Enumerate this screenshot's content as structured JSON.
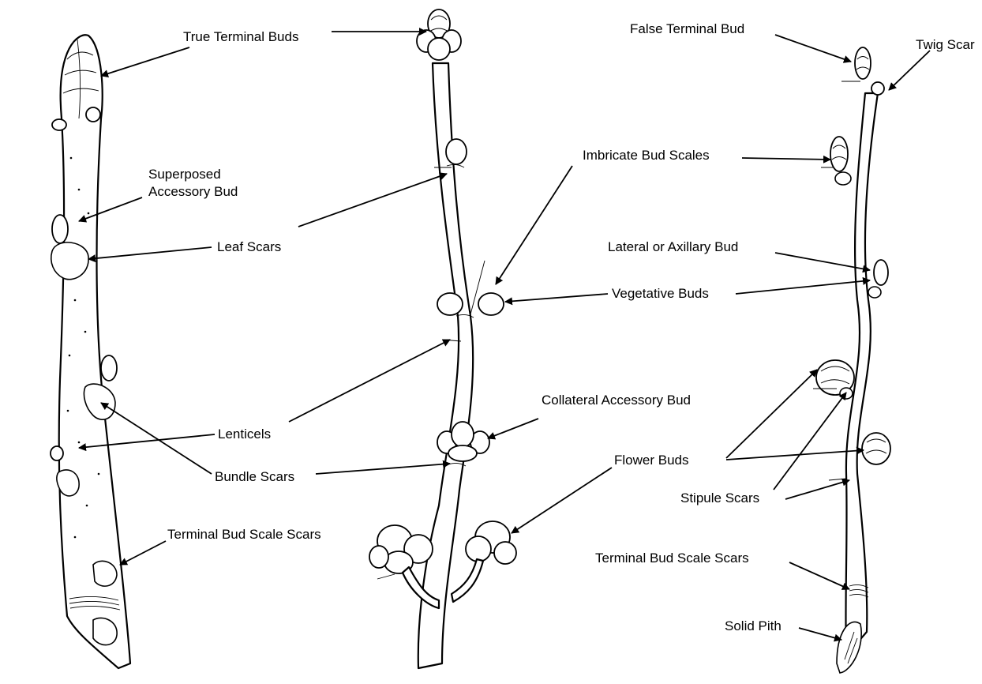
{
  "labels": {
    "true_terminal_buds": "True Terminal Buds",
    "superposed_line1": "Superposed",
    "superposed_line2": "Accessory Bud",
    "leaf_scars": "Leaf Scars",
    "lenticels": "Lenticels",
    "bundle_scars": "Bundle Scars",
    "terminal_bud_scale_scars_left": "Terminal Bud Scale Scars",
    "imbricate_bud_scales": "Imbricate Bud Scales",
    "vegetative_buds": "Vegetative Buds",
    "collateral_accessory_bud": "Collateral Accessory Bud",
    "flower_buds": "Flower Buds",
    "false_terminal_bud": "False Terminal Bud",
    "twig_scar": "Twig Scar",
    "lateral_or_axillary_bud": "Lateral or Axillary Bud",
    "stipule_scars": "Stipule Scars",
    "terminal_bud_scale_scars_right": "Terminal Bud Scale Scars",
    "solid_pith": "Solid Pith"
  }
}
